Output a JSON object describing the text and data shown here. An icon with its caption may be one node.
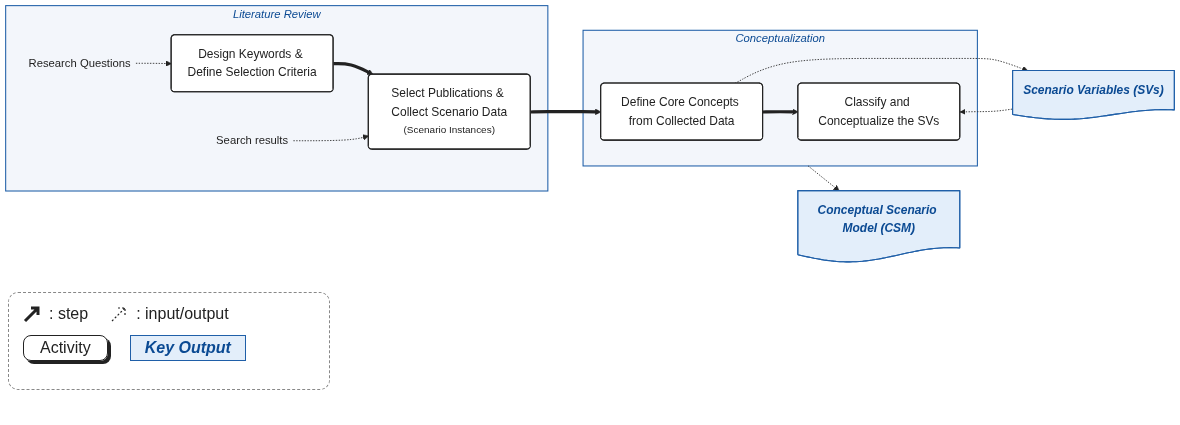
{
  "diagram": {
    "nodes": [
      {
        "text": [
          "Literature Review"
        ]
      },
      {
        "text": [
          "Research Questions"
        ],
        "in": 0
      },
      {
        "text": [
          "Design Keywords & Define Selection Criteria"
        ],
        "in": 0
      },
      {
        "text": [
          "Select Publications & Collect Scenario Data",
          "(Scenario Instances)"
        ],
        "in": 0
      },
      {
        "text": [
          "Search results"
        ],
        "in": 0
      },
      {
        "text": [
          "Conceptualization"
        ]
      },
      {
        "text": [
          "Define Core Concepts from Collected Data"
        ],
        "in": 5
      },
      {
        "text": [
          "Classify and Conceptualize the SVs"
        ],
        "in": 5
      },
      {
        "text": [
          "Scenario Variables (SVs)"
        ]
      },
      {
        "text": [
          "Conceptual Scenario Model (CSM)"
        ]
      }
    ],
    "edges": [
      {
        "from": 1,
        "to": 2,
        "arrow": "to",
        "style": "dashed"
      },
      {
        "from": 2,
        "to": 3,
        "arrow": "to",
        "style": "thick"
      },
      {
        "from": 4,
        "to": 3,
        "arrow": "to",
        "style": "dashed"
      },
      {
        "from": 3,
        "to": 6,
        "arrow": "to",
        "style": "thick"
      },
      {
        "from": 6,
        "to": 8,
        "arrow": "to",
        "style": "dashed"
      },
      {
        "from": 6,
        "to": 7,
        "arrow": "to",
        "style": "thick"
      },
      {
        "from": 8,
        "to": 7,
        "arrow": "to",
        "style": "dashed"
      },
      {
        "from": 5,
        "to": 9,
        "arrow": "to",
        "style": "dashed"
      }
    ],
    "legend": [
      {
        "text": ": step"
      },
      {
        "text": ": input/output"
      },
      {
        "text": "Activity"
      },
      {
        "text": "Key Output"
      }
    ]
  }
}
